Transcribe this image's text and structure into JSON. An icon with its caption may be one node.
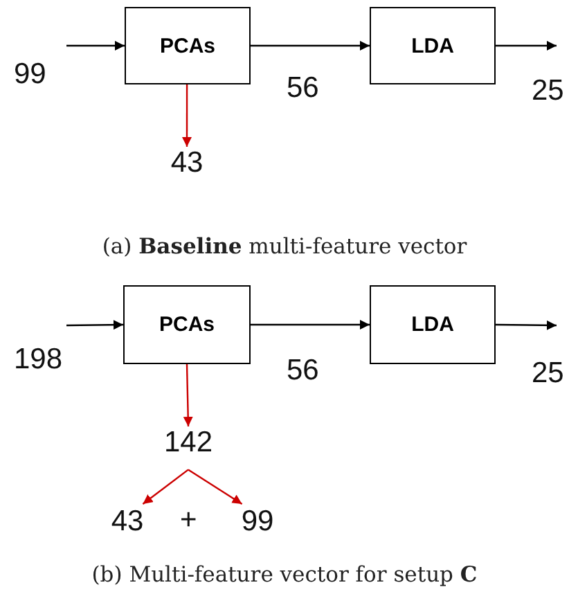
{
  "diagram": {
    "nodes": [
      {
        "text": [
          "PCAs"
        ]
      },
      {
        "text": [
          "LDA"
        ]
      },
      {
        "text": [
          "43"
        ]
      },
      {
        "text": [
          "PCAs"
        ]
      },
      {
        "text": [
          "LDA"
        ]
      },
      {
        "text": [
          "142"
        ]
      },
      {
        "text": [
          "43"
        ]
      },
      {
        "text": [
          "99"
        ]
      }
    ],
    "edges": [
      {
        "from": null,
        "to": 0,
        "arrow": "to",
        "label": "99"
      },
      {
        "from": 0,
        "to": 1,
        "arrow": "to",
        "label": "56"
      },
      {
        "from": 1,
        "to": null,
        "arrow": "to",
        "label": "25"
      },
      {
        "from": 0,
        "to": 2,
        "arrow": "to",
        "color": "#cc0000"
      },
      {
        "from": null,
        "to": 3,
        "arrow": "to",
        "label": "198"
      },
      {
        "from": 3,
        "to": 4,
        "arrow": "to",
        "label": "56"
      },
      {
        "from": 4,
        "to": null,
        "arrow": "to",
        "label": "25"
      },
      {
        "from": 3,
        "to": 5,
        "arrow": "to",
        "color": "#cc0000"
      },
      {
        "from": 5,
        "to": 6,
        "arrow": "to",
        "color": "#cc0000"
      },
      {
        "from": 5,
        "to": 7,
        "arrow": "to",
        "color": "#cc0000"
      }
    ],
    "labels": [
      "(a) **Baseline** multi-feature vector",
      "+",
      "(b) Multi-feature vector for setup **C**"
    ]
  }
}
